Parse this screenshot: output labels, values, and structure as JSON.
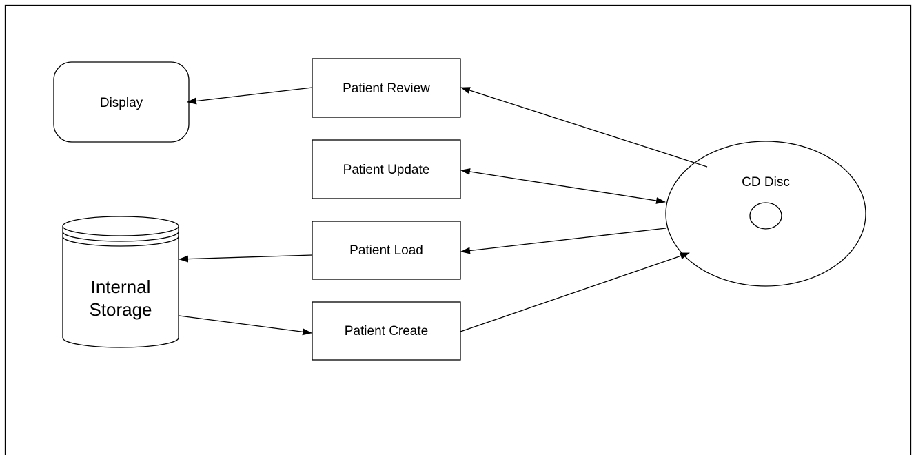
{
  "nodes": {
    "display": {
      "label": "Display"
    },
    "patient_review": {
      "label": "Patient Review"
    },
    "patient_update": {
      "label": "Patient Update"
    },
    "patient_load": {
      "label": "Patient Load"
    },
    "patient_create": {
      "label": "Patient Create"
    },
    "internal_storage": {
      "label_line1": "Internal",
      "label_line2": "Storage"
    },
    "cd_disc": {
      "label": "CD Disc"
    }
  },
  "edges": [
    {
      "from": "Patient Review",
      "to": "Display"
    },
    {
      "from": "CD Disc",
      "to": "Patient Review"
    },
    {
      "from": "Patient Update",
      "to": "CD Disc",
      "bidirectional": true
    },
    {
      "from": "CD Disc",
      "to": "Patient Load"
    },
    {
      "from": "Patient Load",
      "to": "Internal Storage"
    },
    {
      "from": "Internal Storage",
      "to": "Patient Create"
    },
    {
      "from": "Patient Create",
      "to": "CD Disc"
    }
  ],
  "colors": {
    "stroke": "#000000",
    "fill": "#ffffff"
  }
}
